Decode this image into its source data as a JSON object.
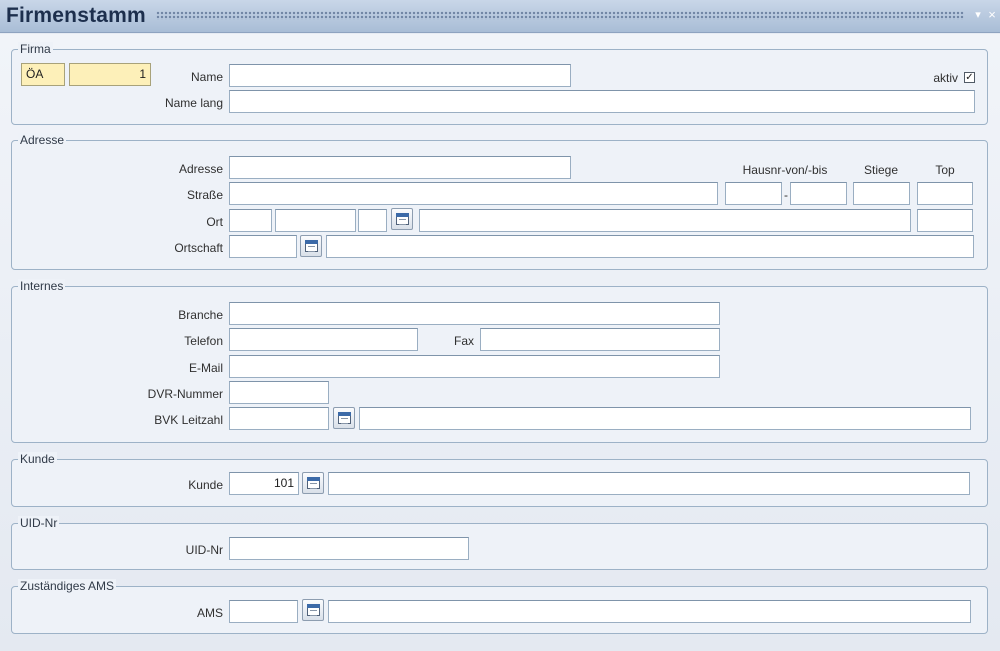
{
  "window": {
    "title": "Firmenstamm",
    "minimize_glyph": "▾",
    "close_glyph": "×"
  },
  "firma": {
    "legend": "Firma",
    "code_value": "ÖA",
    "number_value": "1",
    "name_label": "Name",
    "name_value": "",
    "aktiv_label": "aktiv",
    "aktiv_checked": true,
    "name_lang_label": "Name lang",
    "name_lang_value": ""
  },
  "adresse": {
    "legend": "Adresse",
    "adresse_label": "Adresse",
    "strasse_label": "Straße",
    "ort_label": "Ort",
    "ortschaft_label": "Ortschaft",
    "hausnr_header": "Hausnr-von/-bis",
    "stiege_header": "Stiege",
    "top_header": "Top",
    "range_separator": "-"
  },
  "internes": {
    "legend": "Internes",
    "branche_label": "Branche",
    "telefon_label": "Telefon",
    "fax_label": "Fax",
    "email_label": "E-Mail",
    "dvr_label": "DVR-Nummer",
    "bvk_label": "BVK Leitzahl"
  },
  "kunde": {
    "legend": "Kunde",
    "kunde_label": "Kunde",
    "kunde_value": "101",
    "kunde_name_value": ""
  },
  "uid": {
    "legend": "UID-Nr",
    "uid_label": "UID-Nr",
    "uid_value": ""
  },
  "ams": {
    "legend": "Zuständiges AMS",
    "ams_label": "AMS",
    "ams_value": "",
    "ams_name_value": ""
  }
}
